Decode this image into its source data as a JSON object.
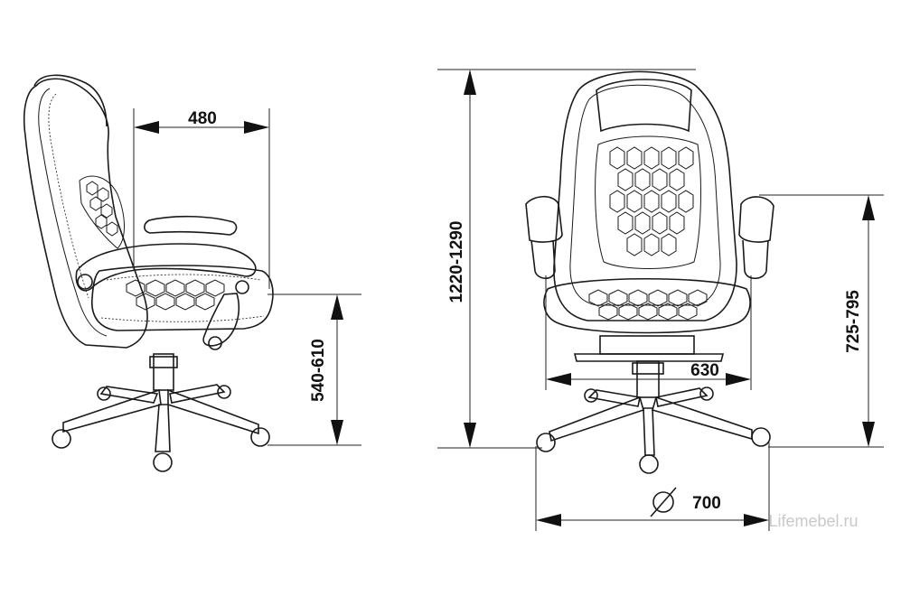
{
  "dimensions": {
    "depth": "480",
    "seat_height": "540-610",
    "total_height": "1220-1290",
    "armrest_height": "725-795",
    "width": "630",
    "base_diameter": "700"
  },
  "symbols": {
    "diameter": "diameter-symbol"
  },
  "watermark": "Lifemebel.ru",
  "colors": {
    "line": "#1a1a1a",
    "watermark": "#c9c9c9",
    "background": "#ffffff"
  }
}
